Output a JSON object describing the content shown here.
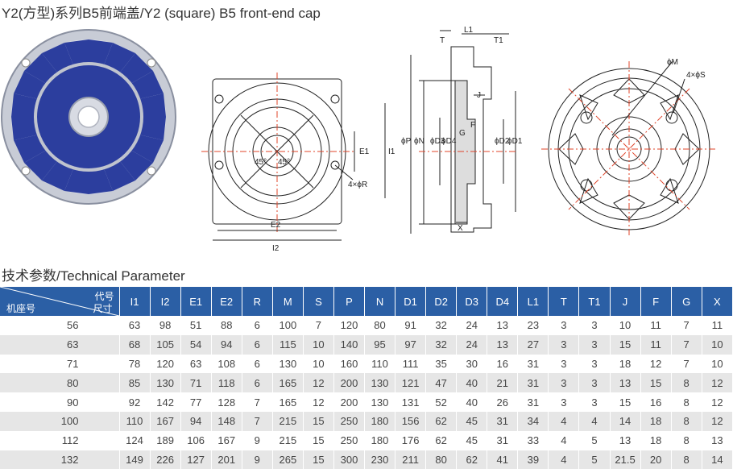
{
  "title": "Y2(方型)系列B5前端盖/Y2 (square) B5 front-end cap",
  "section_title": "技术参数/Technical Parameter",
  "drawing_labels": {
    "front_view": {
      "angle1": "45°",
      "angle2": "45°",
      "e1": "E1",
      "i1": "I1",
      "e2": "E2",
      "i2": "I2",
      "r": "4×ϕR"
    },
    "section_view": {
      "t": "T",
      "l1": "L1",
      "t1": "T1",
      "p": "ϕP",
      "n": "ϕN",
      "d3": "ϕD3",
      "d4": "ϕD4",
      "g": "G",
      "f": "F",
      "j": "J",
      "d2": "ϕD2",
      "d1": "ϕD1",
      "x": "X"
    },
    "back_view": {
      "m": "ϕM",
      "s": "4×ϕS"
    }
  },
  "table": {
    "header_code": "代号",
    "header_size": "尺寸",
    "header_frame": "机座号",
    "columns": [
      "I1",
      "I2",
      "E1",
      "E2",
      "R",
      "M",
      "S",
      "P",
      "N",
      "D1",
      "D2",
      "D3",
      "D4",
      "L1",
      "T",
      "T1",
      "J",
      "F",
      "G",
      "X"
    ],
    "rows": [
      {
        "frame": "56",
        "values": [
          "63",
          "98",
          "51",
          "88",
          "6",
          "100",
          "7",
          "120",
          "80",
          "91",
          "32",
          "24",
          "13",
          "23",
          "3",
          "3",
          "10",
          "11",
          "7",
          "11"
        ]
      },
      {
        "frame": "63",
        "values": [
          "68",
          "105",
          "54",
          "94",
          "6",
          "115",
          "10",
          "140",
          "95",
          "97",
          "32",
          "24",
          "13",
          "27",
          "3",
          "3",
          "15",
          "11",
          "7",
          "10"
        ]
      },
      {
        "frame": "71",
        "values": [
          "78",
          "120",
          "63",
          "108",
          "6",
          "130",
          "10",
          "160",
          "110",
          "111",
          "35",
          "30",
          "16",
          "31",
          "3",
          "3",
          "18",
          "12",
          "7",
          "10"
        ]
      },
      {
        "frame": "80",
        "values": [
          "85",
          "130",
          "71",
          "118",
          "6",
          "165",
          "12",
          "200",
          "130",
          "121",
          "47",
          "40",
          "21",
          "31",
          "3",
          "3",
          "13",
          "15",
          "8",
          "12"
        ]
      },
      {
        "frame": "90",
        "values": [
          "92",
          "142",
          "77",
          "128",
          "7",
          "165",
          "12",
          "200",
          "130",
          "131",
          "52",
          "40",
          "26",
          "31",
          "3",
          "3",
          "15",
          "16",
          "8",
          "12"
        ]
      },
      {
        "frame": "100",
        "values": [
          "110",
          "167",
          "94",
          "148",
          "7",
          "215",
          "15",
          "250",
          "180",
          "156",
          "62",
          "45",
          "31",
          "34",
          "4",
          "4",
          "14",
          "18",
          "8",
          "12"
        ]
      },
      {
        "frame": "112",
        "values": [
          "124",
          "189",
          "106",
          "167",
          "9",
          "215",
          "15",
          "250",
          "180",
          "176",
          "62",
          "45",
          "31",
          "33",
          "4",
          "5",
          "13",
          "18",
          "8",
          "13"
        ]
      },
      {
        "frame": "132",
        "values": [
          "149",
          "226",
          "127",
          "201",
          "9",
          "265",
          "15",
          "300",
          "230",
          "211",
          "80",
          "62",
          "41",
          "39",
          "4",
          "5",
          "21.5",
          "20",
          "8",
          "14"
        ]
      }
    ]
  },
  "colors": {
    "header_blue": "#2b5fa5",
    "row_stripe": "#e6e6e6",
    "part_blue": "#2c3e9e",
    "centerline": "#e0442a"
  }
}
